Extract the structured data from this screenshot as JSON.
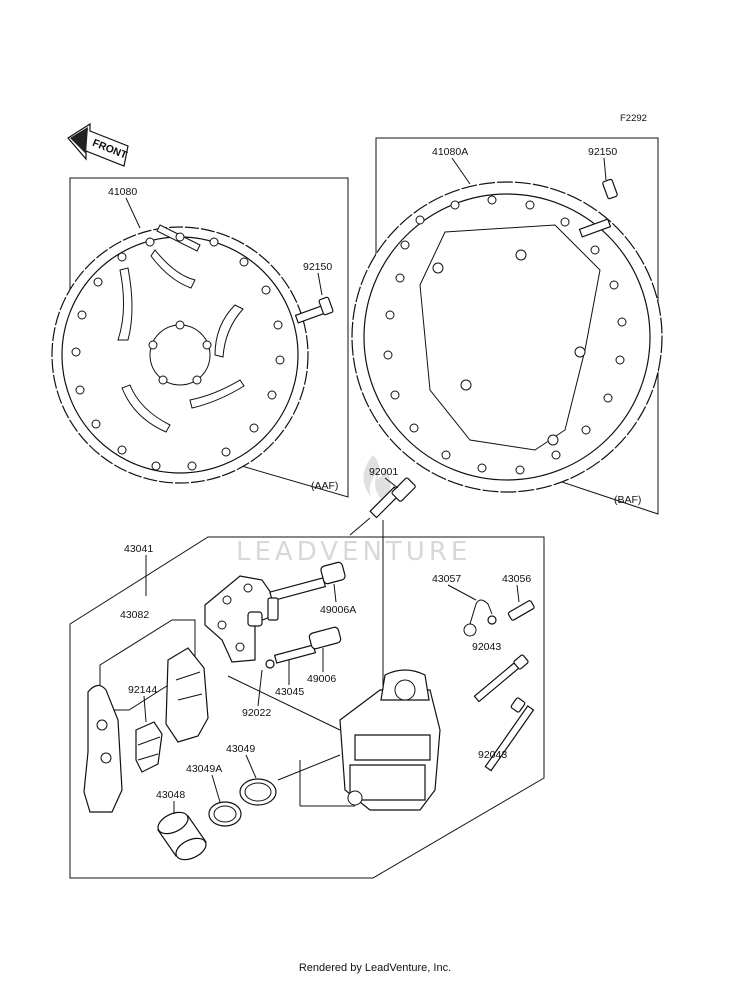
{
  "figure_code": "F2292",
  "front_label": "FRONT",
  "watermark": "LEADVENTURE",
  "footer": "Rendered by LeadVenture, Inc.",
  "variants": {
    "left": "(AAF)",
    "right": "(BAF)"
  },
  "parts": {
    "disc_left": "41080",
    "disc_right": "41080A",
    "bolt_left": "92150",
    "bolt_right": "92150",
    "pin_bolt": "92001",
    "caliper_assy": "43041",
    "pad_set": "43082",
    "shim": "92144",
    "boot_a": "49006A",
    "boot": "49006",
    "bleeder_cap": "43057",
    "bleeder_valve": "43056",
    "pin_upper": "92043",
    "pin_lower": "92043",
    "caliper_pin": "43045",
    "seal_ring": "92022",
    "piston_seal": "43049",
    "dust_seal": "43049A",
    "piston": "43048"
  }
}
